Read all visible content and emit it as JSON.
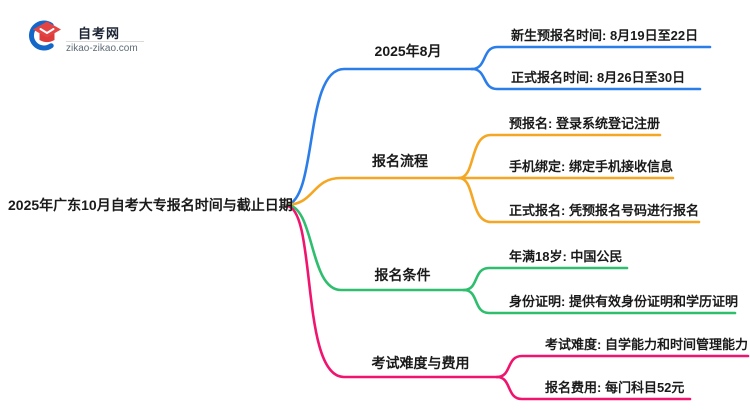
{
  "logo": {
    "site_name": "自考网",
    "site_domain": "zikao-zikao.com"
  },
  "mindmap": {
    "root": "2025年广东10月自考大专报名时间与截止日期",
    "branches": [
      {
        "label": "2025年8月",
        "color": "#2B7DE9",
        "children": [
          {
            "label": "新生预报名时间: 8月19日至22日"
          },
          {
            "label": "正式报名时间: 8月26日至30日"
          }
        ]
      },
      {
        "label": "报名流程",
        "color": "#F5A623",
        "children": [
          {
            "label": "预报名: 登录系统登记注册"
          },
          {
            "label": "手机绑定: 绑定手机接收信息"
          },
          {
            "label": "正式报名: 凭预报名号码进行报名"
          }
        ]
      },
      {
        "label": "报名条件",
        "color": "#2EBE6E",
        "children": [
          {
            "label": "年满18岁: 中国公民"
          },
          {
            "label": "身份证明: 提供有效身份证明和学历证明"
          }
        ]
      },
      {
        "label": "考试难度与费用",
        "color": "#F0146E",
        "children": [
          {
            "label": "考试难度: 自学能力和时间管理能力"
          },
          {
            "label": "报名费用: 每门科目52元"
          }
        ]
      }
    ]
  },
  "colors": {
    "logo_blue": "#1467C8",
    "logo_red": "#E34444",
    "text": "#1A1A1A",
    "background": "#FFFFFF"
  }
}
